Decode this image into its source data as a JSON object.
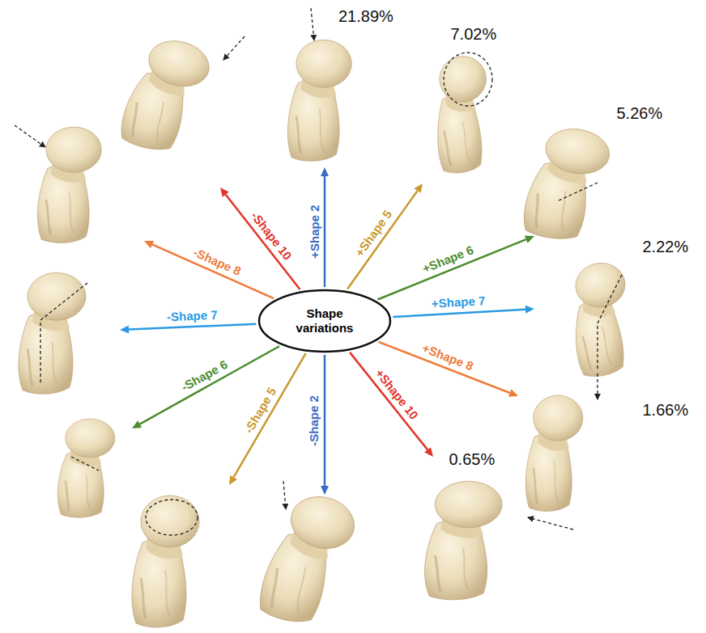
{
  "diagram": {
    "nodes": [
      {
        "text": [
          "Shape variations"
        ]
      }
    ],
    "labels": [
      "21.89%",
      "7.02%",
      "5.26%",
      "2.22%",
      "1.66%",
      "0.65%",
      "+Shape 2",
      "+Shape 5",
      "+Shape 6",
      "+Shape 7",
      "+Shape 8",
      "+Shape 10",
      "-Shape 2",
      "-Shape 5",
      "-Shape 6",
      "-Shape 7",
      "-Shape 8",
      "-Shape 10"
    ]
  }
}
